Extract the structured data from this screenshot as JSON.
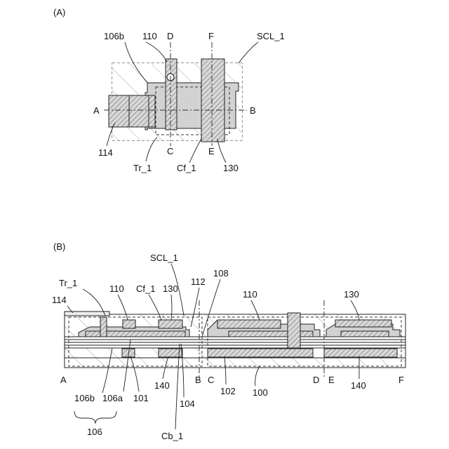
{
  "panel_a": {
    "title": "(A)",
    "labels": {
      "l106b": "106b",
      "l110": "110",
      "lD": "D",
      "lF": "F",
      "lSCL": "SCL_1",
      "lA": "A",
      "lB": "B",
      "l114": "114",
      "lC": "C",
      "lE": "E",
      "lTr": "Tr_1",
      "lCf": "Cf_1",
      "l130": "130"
    }
  },
  "panel_b": {
    "title": "(B)",
    "labels": {
      "lSCL": "SCL_1",
      "lTr": "Tr_1",
      "l110a": "110",
      "lCf": "Cf_1",
      "l130a": "130",
      "l112": "112",
      "l108": "108",
      "l110b": "110",
      "l130b": "130",
      "l114": "114",
      "lA": "A",
      "lB": "B",
      "lC": "C",
      "lD": "D",
      "lE": "E",
      "lF": "F",
      "l106b": "106b",
      "l106a": "106a",
      "l101": "101",
      "l140a": "140",
      "l104": "104",
      "l102": "102",
      "l100": "100",
      "l140b": "140",
      "l106": "106",
      "lCb": "Cb_1"
    }
  }
}
